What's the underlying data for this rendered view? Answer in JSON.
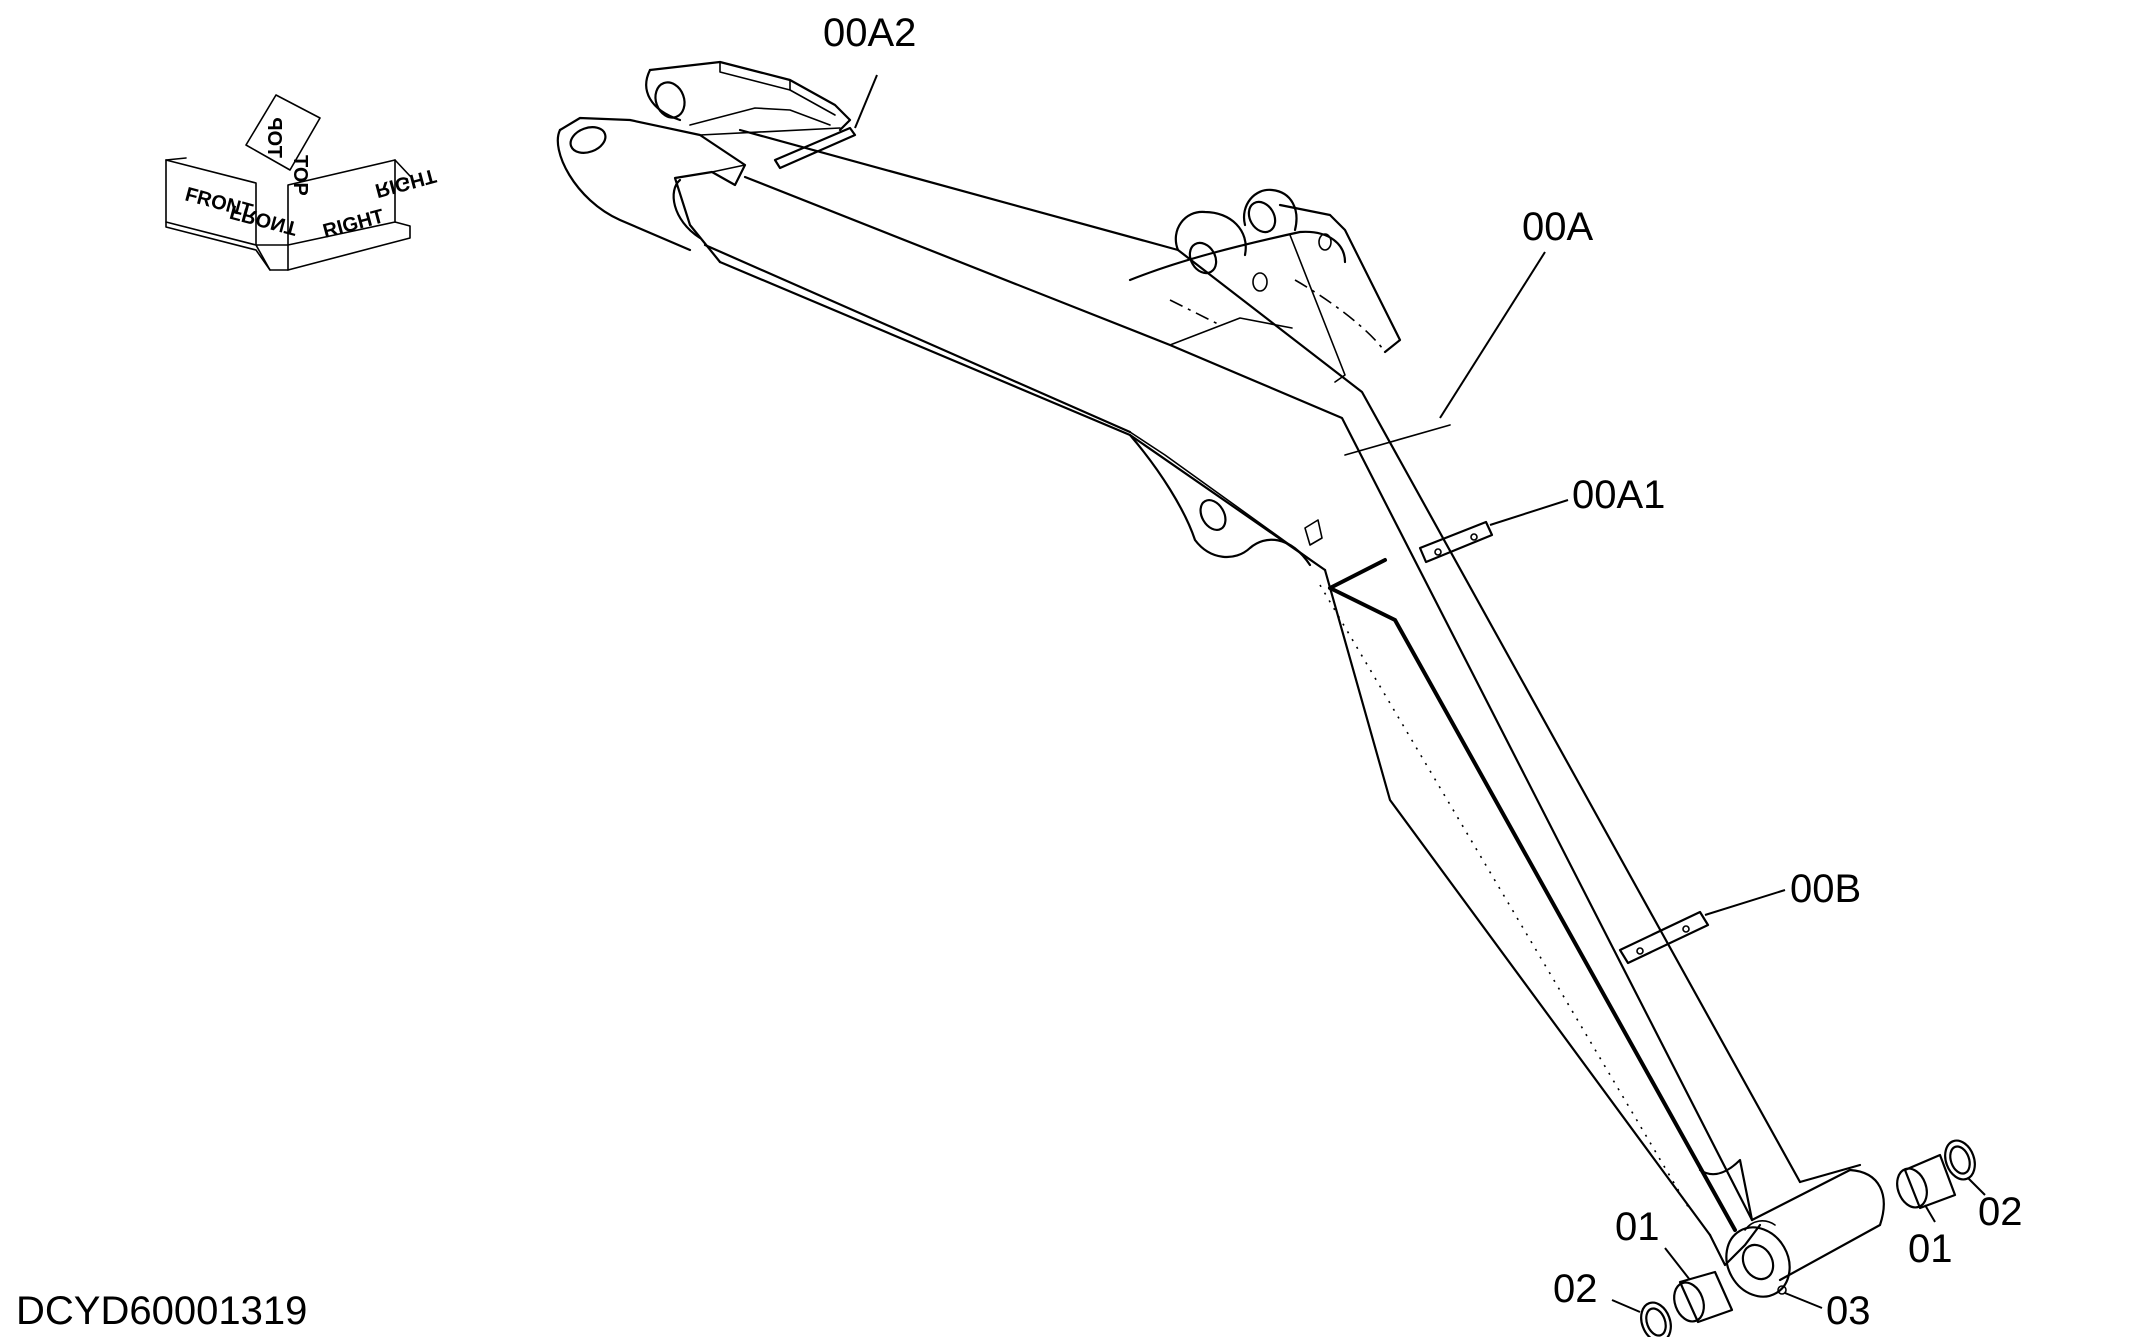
{
  "callouts": {
    "c00A2": "00A2",
    "c00A": "00A",
    "c00A1": "00A1",
    "c00B": "00B",
    "c01_left": "01",
    "c02_left": "02",
    "c01_right": "01",
    "c02_right": "02",
    "c03": "03"
  },
  "orientation": {
    "front": "FRONT",
    "front_mirror": "FRONT",
    "top": "TOP",
    "top_mirror": "TOP",
    "right": "RIGHT",
    "right_mirror": "RIGHT"
  },
  "document_id": "DCYD60001319"
}
